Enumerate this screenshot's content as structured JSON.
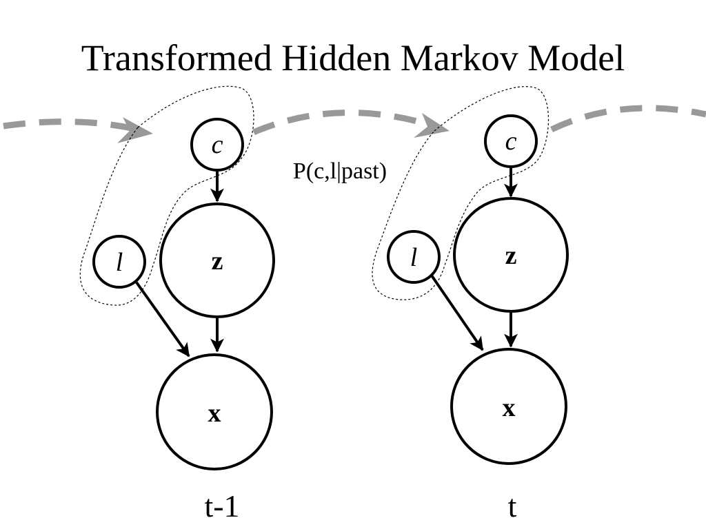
{
  "title": "Transformed Hidden Markov Model",
  "transition_label": "P(c,l|past)",
  "time_slices": [
    {
      "label": "t-1",
      "nodes": {
        "c": "c",
        "l": "l",
        "z": "z",
        "x": "x"
      }
    },
    {
      "label": "t",
      "nodes": {
        "c": "c",
        "l": "l",
        "z": "z",
        "x": "x"
      }
    }
  ],
  "edges": [
    {
      "from": "c",
      "to": "z"
    },
    {
      "from": "z",
      "to": "x"
    },
    {
      "from": "l",
      "to": "x"
    }
  ],
  "colors": {
    "flow_arrow": "#999999",
    "node_stroke": "#000000",
    "background": "#ffffff"
  }
}
